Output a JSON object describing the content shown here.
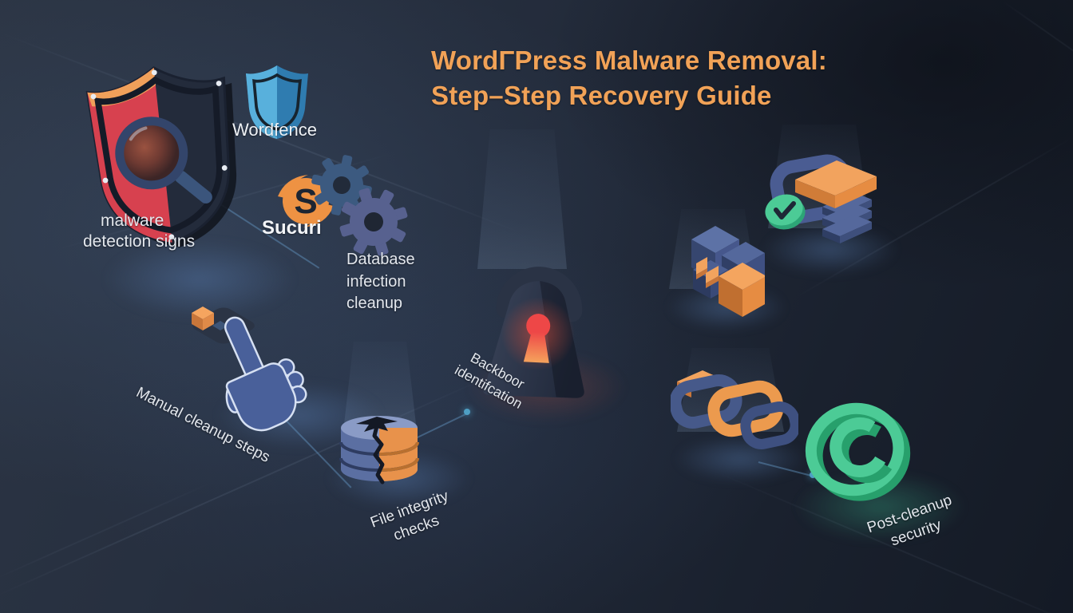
{
  "title": {
    "line1": "WordΓPress Malware Removal:",
    "line2": "Step–Step Recovery Guide"
  },
  "labels": {
    "malware_detection": {
      "line1": "malware",
      "line2": "detection signs"
    },
    "wordfence": {
      "label": "Wordfence"
    },
    "sucuri": {
      "label": "Sucuri",
      "monogram": "S"
    },
    "database_cleanup": {
      "line1": "Database",
      "line2": "infection",
      "line3": "cleanup"
    },
    "backdoor_identification": {
      "line1": "Backboor",
      "line2": "identifcation"
    },
    "manual_cleanup": {
      "label": "Manual cleanup steps"
    },
    "file_integrity": {
      "line1": "File integrity",
      "line2": "checks"
    },
    "post_cleanup": {
      "line1": "Post-cleanup",
      "line2": "security"
    }
  },
  "icons": {
    "malware_shield": "shield-with-magnifier-icon",
    "wordfence_shield": "blue-shield-icon",
    "sucuri_swirl": "orange-swirl-s-icon",
    "gears": "two-gears-icon",
    "padlock": "padlock-red-keyhole-icon",
    "hand_press": "hand-pressing-button-icon",
    "cracked_database": "cracked-database-icon",
    "cubes": "isometric-cubes-icon",
    "chain_check": "chain-with-checkmark-icon",
    "chain_links": "interlocked-chain-links-icon",
    "c_ring": "green-c-ring-icon"
  },
  "colors": {
    "background": "#1d2430",
    "title": "#f1a257",
    "label": "#e3e7ed",
    "accent_orange": "#ec9a4e",
    "accent_red": "#d7414f",
    "accent_blue": "#49609a",
    "accent_light_blue": "#58b0dc",
    "accent_green": "#4ccb96",
    "connector_dot": "#4e9fc4"
  }
}
